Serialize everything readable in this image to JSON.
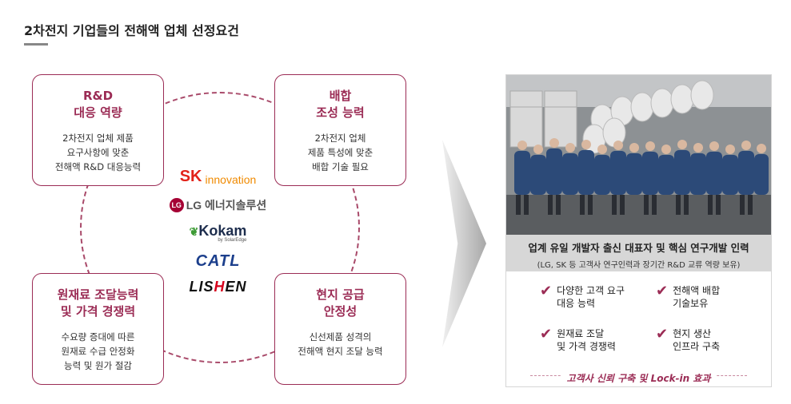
{
  "title": "2차전지 기업들의 전해액 업체 선정요건",
  "cards": {
    "rd": {
      "title": "R&D\n대응 역량",
      "desc": "2차전지 업체 제품\n요구사항에 맞춘\n전해액 R&D 대응능력"
    },
    "mix": {
      "title": "배합\n조성 능력",
      "desc": "2차전지 업체\n제품 특성에 맞춘\n배합 기술 필요"
    },
    "raw": {
      "title": "원재료 조달능력\n및 가격 경쟁력",
      "desc": "수요량 증대에 따른\n원재료 수급 안정화\n능력 및 원가 절감"
    },
    "local": {
      "title": "현지 공급\n안정성",
      "desc": "신선제품 성격의\n전해액 현지 조달 능력"
    }
  },
  "logos": {
    "sk": {
      "mark": "SK",
      "text": "innovation",
      "icon": "sk-butterfly-icon"
    },
    "lg": {
      "mark": "LG",
      "text": "LG 에너지솔루션",
      "icon": "lg-circle-logo"
    },
    "kokam": {
      "text": "Kokam",
      "sub": "by SolarEdge",
      "icon": "kokam-leaf-icon"
    },
    "catl": {
      "text": "CATL"
    },
    "lishen": {
      "pre": "LIS",
      "h": "H",
      "post": "EN"
    }
  },
  "panel": {
    "head_title": "업계 유일 개발자 출신 대표자 및 핵심 연구개발 인력",
    "head_sub": "(LG, SK 등 고객사 연구인력과 장기간 R&D 교류 역량 보유)",
    "checks": [
      {
        "text": "다양한 고객 요구\n대응 능력",
        "icon": "check-icon"
      },
      {
        "text": "전해액 배합\n기술보유",
        "icon": "check-icon"
      },
      {
        "text": "원재료 조달\n및 가격 경쟁력",
        "icon": "check-icon"
      },
      {
        "text": "현지 생산\n인프라 구축",
        "icon": "check-icon"
      }
    ],
    "footer": "고객사 신뢰 구축 및 Lock-in 효과"
  },
  "colors": {
    "accent": "#9b2c55",
    "sk_red": "#e2231a",
    "sk_orange": "#f08a00",
    "lg": "#a50034",
    "catl": "#1c3f8c"
  }
}
